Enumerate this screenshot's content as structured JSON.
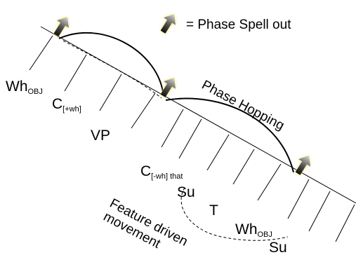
{
  "legend": {
    "icon": "phase-spell-out-arrow-icon",
    "text": "= Phase Spell out"
  },
  "nodes": {
    "wh_obj_top": {
      "base": "Wh",
      "sub": "OBJ"
    },
    "c_wh": {
      "base": "C",
      "sub": "[+wh]"
    },
    "vp": {
      "text": "VP"
    },
    "c_that": {
      "base": "C",
      "sub": "[-wh] that"
    },
    "su_upper": {
      "text": "Su"
    },
    "t": {
      "text": "T"
    },
    "wh_obj_bottom": {
      "base": "Wh",
      "sub": "OBJ"
    },
    "su_lower": {
      "text": "Su"
    }
  },
  "annotations": {
    "phase_hopping": "Phase Hopping",
    "feature_driven_line1": "Feature driven",
    "feature_driven_line2": "movement"
  },
  "colors": {
    "arrow_fill_top": "#d8d8d8",
    "arrow_fill_bottom": "#111111",
    "arrow_glow": "#f3e44a",
    "line": "#000000"
  }
}
